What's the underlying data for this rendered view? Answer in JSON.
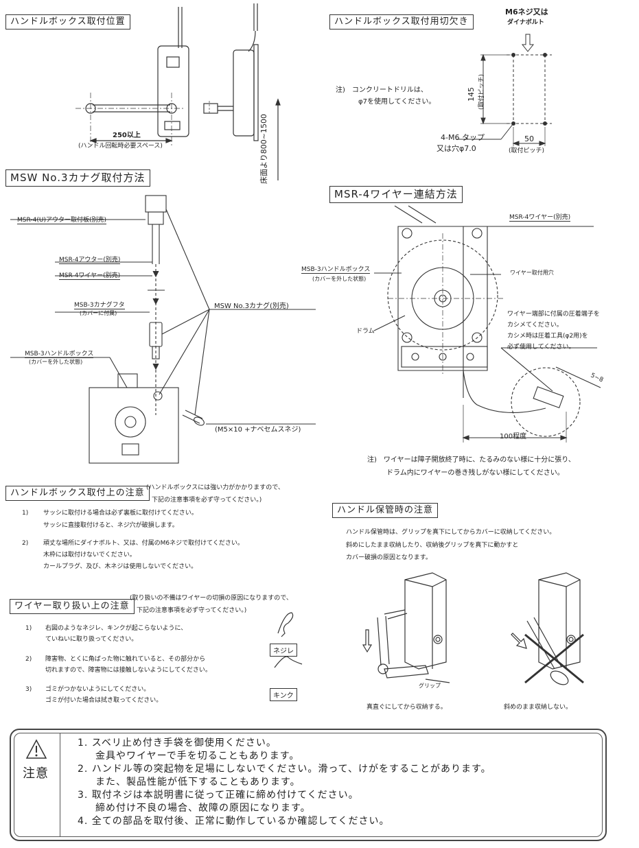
{
  "sec1": {
    "title": "ハンドルボックス取付位置",
    "dim_250": "250以上",
    "handle_space": "(ハンドル回転時必要スペース)",
    "floor_height": "床面より800~1500"
  },
  "sec2": {
    "title": "ハンドルボックス取付用切欠き",
    "screw_label_1": "M6ネジ又は",
    "screw_label_2": "ダイナボルト",
    "note_1": "注)　コンクリートドリルは、",
    "note_2": "φ7を使用してください。",
    "dim_145": "145",
    "pitch_v": "(取付ピッチ)",
    "tap_1": "4-M6 タップ",
    "tap_2": "又は穴φ7.0",
    "dim_50": "50",
    "pitch_h": "(取付ピッチ)"
  },
  "sec3": {
    "title": "MSW No.3カナグ取付方法",
    "l_outer_plate": "MSR-4(U)アウター取付板(別売)",
    "l_outer": "MSR-4アウター(別売)",
    "l_wire": "MSR-4ワイヤー(別売)",
    "l_lid": "MSB-3カナグフタ",
    "l_lid_sub": "(カバーに付属)",
    "l_box": "MSB-3ハンドルボックス",
    "l_box_sub": "(カバーを外した状態)",
    "l_fitting": "MSW No.3カナグ(別売)",
    "l_screw": "(M5×10 +ナベセムスネジ)"
  },
  "sec4": {
    "title": "MSR-4ワイヤー連結方法",
    "l_wire": "MSR-4ワイヤー(別売)",
    "l_box": "MSB-3ハンドルボックス",
    "l_box_sub": "(カバーを外した状態)",
    "l_hole": "ワイヤー取付用穴",
    "l_drum": "ドラム",
    "crimp_1": "ワイヤー端部に付属の圧着端子を",
    "crimp_2": "カシメてください。",
    "crimp_3": "カシメ時は圧着工具(φ2用)を",
    "crimp_4": "必ず使用してください。",
    "dim_58": "5~8",
    "dim_100": "100程度",
    "note_1": "注)　ワイヤーは障子開放終了時に、たるみのない様に十分に張り、",
    "note_2": "ドラム内にワイヤーの巻き残しがない様にしてください。"
  },
  "sec5": {
    "title": "ハンドルボックス取付上の注意",
    "subnote_1": "(ハンドルボックスには強い力がかかりますので、",
    "subnote_2": "下記の注意事項を必ず守ってください。)",
    "i1_num": "1)",
    "i1_a": "サッシに取付ける場合は必ず裏板に取付けてください。",
    "i1_b": "サッシに直接取付けると、ネジ穴が破損します。",
    "i2_num": "2)",
    "i2_a": "頑丈な場所にダイナボルト、又は、付属のM6ネジで取付けてください。",
    "i2_b": "木枠には取付けないでください。",
    "i2_c": "カールプラグ、及び、木ネジは使用しないでください。"
  },
  "sec6": {
    "title": "ハンドル保管時の注意",
    "p1": "ハンドル保管時は、グリップを真下にしてからカバーに収納してください。",
    "p2": "斜めにしたまま収納したり、収納後グリップを真下に動かすと",
    "p3": "カバー破損の原因となります。",
    "grip": "グリップ",
    "cap_ok": "真直ぐにしてから収納する。",
    "cap_ng": "斜めのまま収納しない。"
  },
  "sec7": {
    "title": "ワイヤー取り扱い上の注意",
    "subnote_1": "(取り扱いの不備はワイヤーの切損の原因になりますので、",
    "subnote_2": "下記の注意事項を必ず守ってください。)",
    "i1_num": "1)",
    "i1_a": "右図のようなネジレ、キンクが起こらないように、",
    "i1_b": "ていねいに取り扱ってください。",
    "i2_num": "2)",
    "i2_a": "障害物、とくに角ばった物に触れていると、その部分から",
    "i2_b": "切れますので、障害物には接触しないようにしてください。",
    "i3_num": "3)",
    "i3_a": "ゴミがつかないようにしてください。",
    "i3_b": "ゴミが付いた場合は拭き取ってください。",
    "twist": "ネジレ",
    "kink": "キンク"
  },
  "caution": {
    "label": "注意",
    "l1": "1. スベリ止め付き手袋を御使用ください。",
    "l1b": "金具やワイヤーで手を切ることもあります。",
    "l2": "2. ハンドル等の突起物を足場にしないでください。滑って、けがをすることがあります。",
    "l2b": "また、製品性能が低下することもあります。",
    "l3": "3. 取付ネジは本説明書に従って正確に締め付けてください。",
    "l3b": "締め付け不良の場合、故障の原因になります。",
    "l4": "4. 全ての部品を取付後、正常に動作しているか確認してください。"
  }
}
